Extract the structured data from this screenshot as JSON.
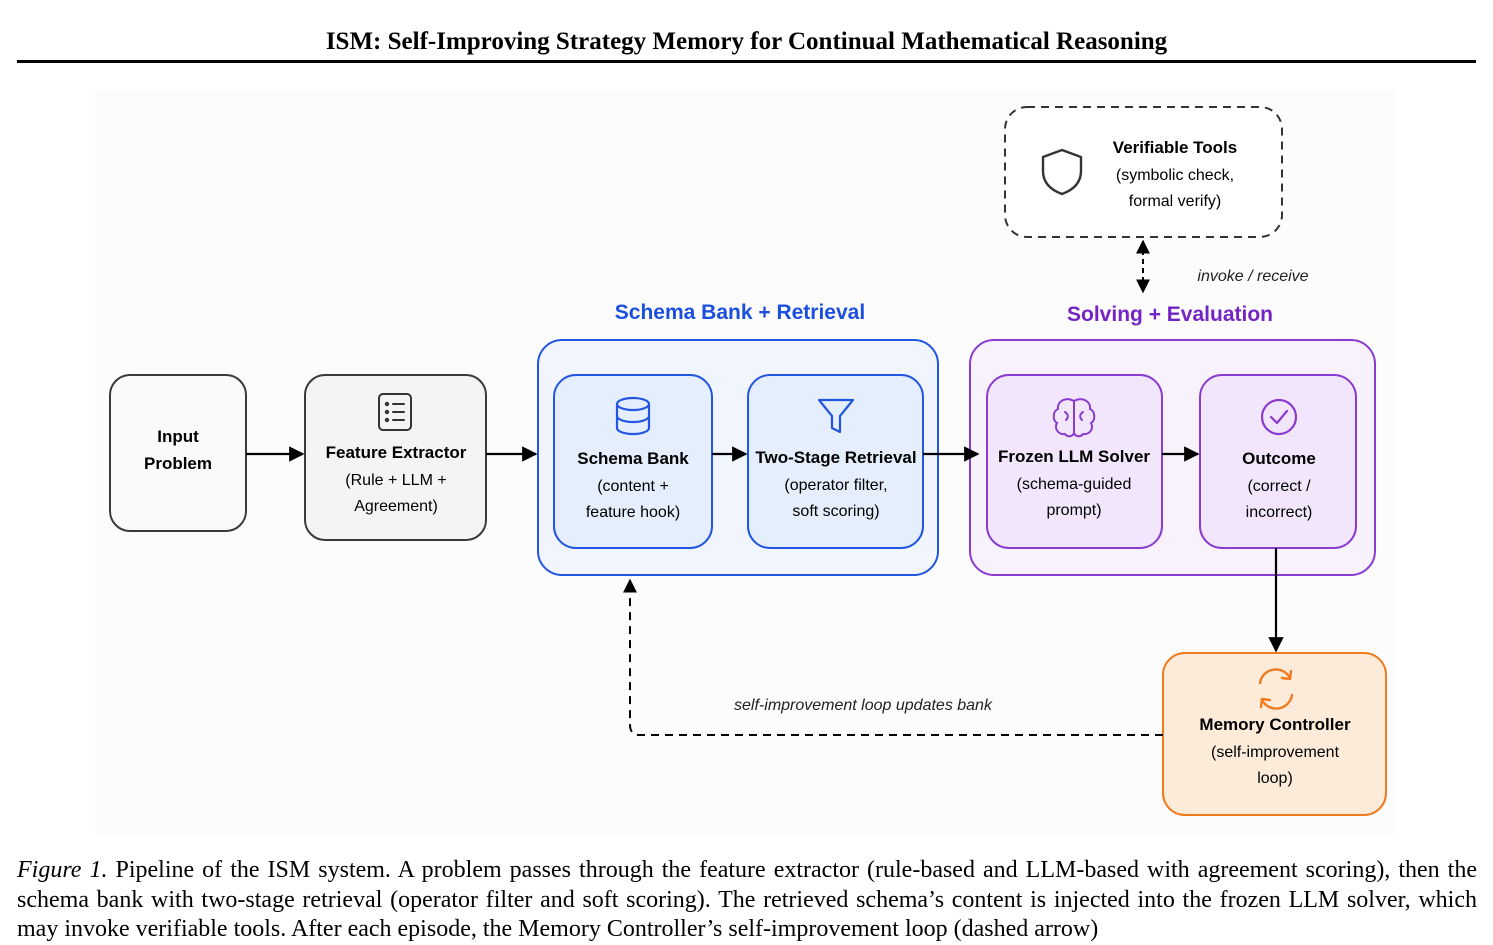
{
  "header": {
    "title": "ISM: Self-Improving Strategy Memory for Continual Mathematical Reasoning"
  },
  "figure": {
    "groups": {
      "schema": "Schema Bank + Retrieval",
      "solving": "Solving + Evaluation"
    },
    "nodes": {
      "input": {
        "line1": "Input",
        "line2": "Problem",
        "icon": "none"
      },
      "extractor": {
        "title": "Feature Extractor",
        "line1": "(Rule + LLM +",
        "line2": "Agreement)",
        "icon": "list-icon"
      },
      "schema_bank": {
        "title": "Schema Bank",
        "line1": "(content +",
        "line2": "feature hook)",
        "icon": "database-icon"
      },
      "retrieval": {
        "title": "Two-Stage Retrieval",
        "line1": "(operator filter,",
        "line2": "soft scoring)",
        "icon": "filter-icon"
      },
      "solver": {
        "title": "Frozen LLM Solver",
        "line1": "(schema-guided",
        "line2": "prompt)",
        "icon": "brain-icon"
      },
      "outcome": {
        "title": "Outcome",
        "line1": "(correct /",
        "line2": "incorrect)",
        "icon": "check-circle-icon"
      },
      "tools": {
        "title": "Verifiable Tools",
        "line1": "(symbolic check,",
        "line2": "formal verify)",
        "icon": "shield-icon"
      },
      "memory": {
        "title": "Memory Controller",
        "line1": "(self-improvement",
        "line2": "loop)",
        "icon": "refresh-icon"
      }
    },
    "edge_labels": {
      "invoke": "invoke / receive",
      "loop": "self-improvement loop updates bank"
    },
    "colors": {
      "blue_stroke": "#2255e0",
      "blue_fill": "#f0f5fe",
      "blue_inner": "#e5eefc",
      "blue_text": "#1a4fe0",
      "purple_stroke": "#8a3bd0",
      "purple_fill": "#f8f2fd",
      "purple_inner": "#f1e6fb",
      "purple_text": "#7424c4",
      "orange_stroke": "#f07a1e",
      "orange_fill": "#fdebd9",
      "gray_stroke": "#3a3a3a",
      "gray_fill": "#f4f4f4"
    }
  },
  "caption": {
    "label": "Figure 1.",
    "text": "Pipeline of the ISM system. A problem passes through the feature extractor (rule-based and LLM-based with agreement scoring), then the schema bank with two-stage retrieval (operator filter and soft scoring). The retrieved schema’s content is injected into the frozen LLM solver, which may invoke verifiable tools. After each episode, the Memory Controller’s self-improvement loop (dashed arrow)"
  }
}
